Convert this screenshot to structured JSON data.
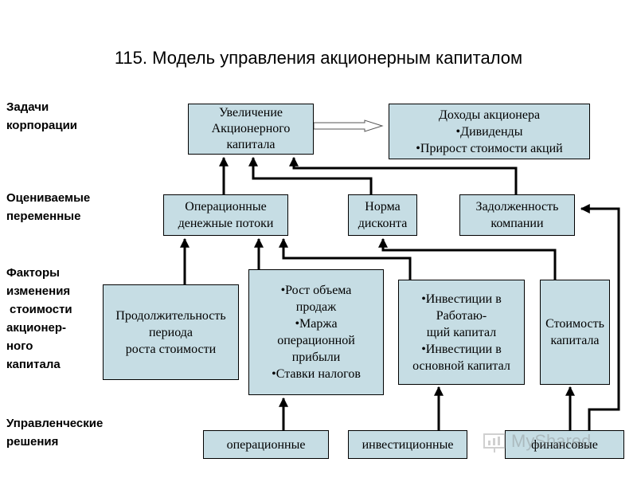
{
  "title": "115. Модель управления акционерным капиталом",
  "side_labels": [
    [
      "Задачи",
      "корпорации"
    ],
    [
      "Оцениваемые",
      "переменные"
    ],
    [
      "Факторы",
      "изменения",
      "стоимости",
      "акционер-",
      "ного",
      "капитала"
    ],
    [
      "Управленческие",
      "решения"
    ]
  ],
  "boxes": {
    "increase": [
      "Увеличение",
      "Акционерного",
      "капитала"
    ],
    "income": [
      "Доходы акционера",
      "•Дивиденды",
      "•Прирост стоимости акций"
    ],
    "opflows": [
      "Операционные",
      "денежные потоки"
    ],
    "discount": [
      "Норма",
      "дисконта"
    ],
    "debt": [
      "Задолженность",
      "компании"
    ],
    "duration": [
      "Продолжительность",
      "периода",
      "роста стоимости"
    ],
    "growth": [
      "•Рост объема",
      "продаж",
      "•Маржа",
      "операционной",
      "прибыли",
      "•Ставки налогов"
    ],
    "invest": [
      "•Инвестиции в",
      "Работаю-",
      "щий капитал",
      "•Инвестиции в",
      "основной капитал"
    ],
    "cost": [
      "Стоимость",
      "капитала"
    ],
    "operational": [
      "операционные"
    ],
    "investment": [
      "инвестиционные"
    ],
    "financial": [
      "финансовые"
    ]
  },
  "watermark": {
    "text": "MyShared"
  },
  "colors": {
    "box_fill": "#c6dde4",
    "line": "#000000",
    "watermark": "#7a7a7a"
  }
}
